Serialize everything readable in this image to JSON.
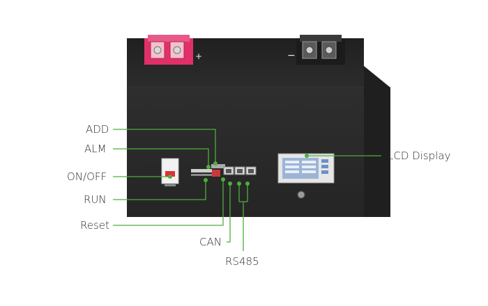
{
  "callouts": {
    "add": "ADD",
    "alm": "ALM",
    "onoff": "ON/OFF",
    "run": "RUN",
    "reset": "Reset",
    "can": "CAN",
    "rs485": "RS485",
    "lcd": "LCD Display"
  },
  "terminals": {
    "positive": "+",
    "negative": "−"
  },
  "colors": {
    "callout_line": "#4caf3a",
    "panel": "#2a2a2a",
    "positive_terminal": "#e0306a",
    "negative_terminal": "#1b1b1b"
  }
}
